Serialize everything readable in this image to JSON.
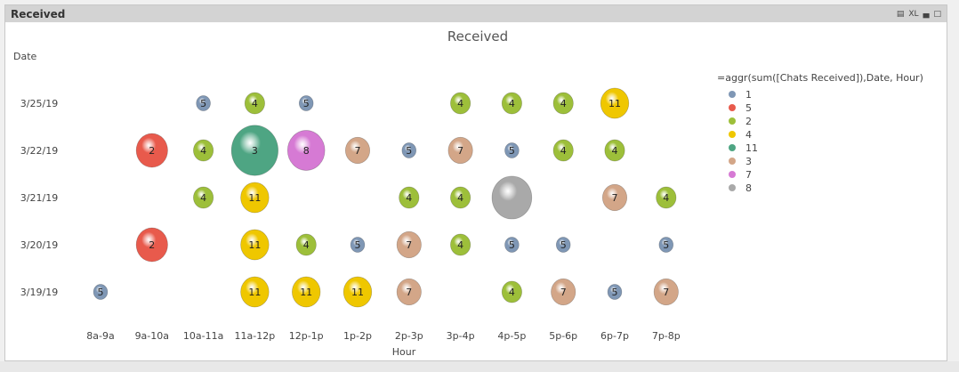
{
  "window": {
    "title": "Received",
    "icons": [
      "print-icon",
      "excel-icon",
      "minimize-icon",
      "maximize-icon"
    ],
    "excel_label": "XL"
  },
  "chart_data": {
    "type": "scatter",
    "title": "Received",
    "xlabel": "Hour",
    "ylabel": "Date",
    "x_categories": [
      "8a-9a",
      "9a-10a",
      "10a-11a",
      "11a-12p",
      "12p-1p",
      "1p-2p",
      "2p-3p",
      "3p-4p",
      "4p-5p",
      "5p-6p",
      "6p-7p",
      "7p-8p"
    ],
    "y_categories": [
      "3/25/19",
      "3/22/19",
      "3/21/19",
      "3/20/19",
      "3/19/19"
    ],
    "legend": {
      "title": "=aggr(sum([Chats Received]),Date, Hour)",
      "placement": "right",
      "entries": [
        {
          "label": "1",
          "color": "#7f97b5"
        },
        {
          "label": "5",
          "color": "#e85a4c"
        },
        {
          "label": "2",
          "color": "#9dbf3a"
        },
        {
          "label": "4",
          "color": "#efc700"
        },
        {
          "label": "11",
          "color": "#4ea583"
        },
        {
          "label": "3",
          "color": "#d3a688"
        },
        {
          "label": "7",
          "color": "#d67ad4"
        },
        {
          "label": "8",
          "color": "#a9a9a9"
        }
      ]
    },
    "points": [
      {
        "date": "3/25/19",
        "hour": "10a-11a",
        "value": 1,
        "label": "5"
      },
      {
        "date": "3/25/19",
        "hour": "11a-12p",
        "value": 2,
        "label": "4"
      },
      {
        "date": "3/25/19",
        "hour": "12p-1p",
        "value": 1,
        "label": "5"
      },
      {
        "date": "3/25/19",
        "hour": "3p-4p",
        "value": 2,
        "label": "4"
      },
      {
        "date": "3/25/19",
        "hour": "4p-5p",
        "value": 2,
        "label": "4"
      },
      {
        "date": "3/25/19",
        "hour": "5p-6p",
        "value": 2,
        "label": "4"
      },
      {
        "date": "3/25/19",
        "hour": "6p-7p",
        "value": 4,
        "label": "11"
      },
      {
        "date": "3/22/19",
        "hour": "9a-10a",
        "value": 5,
        "label": "2"
      },
      {
        "date": "3/22/19",
        "hour": "10a-11a",
        "value": 2,
        "label": "4"
      },
      {
        "date": "3/22/19",
        "hour": "11a-12p",
        "value": 11,
        "label": "3"
      },
      {
        "date": "3/22/19",
        "hour": "12p-1p",
        "value": 7,
        "label": "8"
      },
      {
        "date": "3/22/19",
        "hour": "1p-2p",
        "value": 3,
        "label": "7"
      },
      {
        "date": "3/22/19",
        "hour": "2p-3p",
        "value": 1,
        "label": "5"
      },
      {
        "date": "3/22/19",
        "hour": "3p-4p",
        "value": 3,
        "label": "7"
      },
      {
        "date": "3/22/19",
        "hour": "4p-5p",
        "value": 1,
        "label": "5"
      },
      {
        "date": "3/22/19",
        "hour": "5p-6p",
        "value": 2,
        "label": "4"
      },
      {
        "date": "3/22/19",
        "hour": "6p-7p",
        "value": 2,
        "label": "4"
      },
      {
        "date": "3/21/19",
        "hour": "10a-11a",
        "value": 2,
        "label": "4"
      },
      {
        "date": "3/21/19",
        "hour": "11a-12p",
        "value": 4,
        "label": "11"
      },
      {
        "date": "3/21/19",
        "hour": "2p-3p",
        "value": 2,
        "label": "4"
      },
      {
        "date": "3/21/19",
        "hour": "3p-4p",
        "value": 2,
        "label": "4"
      },
      {
        "date": "3/21/19",
        "hour": "4p-5p",
        "value": 8,
        "label": ""
      },
      {
        "date": "3/21/19",
        "hour": "6p-7p",
        "value": 3,
        "label": "7"
      },
      {
        "date": "3/21/19",
        "hour": "7p-8p",
        "value": 2,
        "label": "4"
      },
      {
        "date": "3/20/19",
        "hour": "9a-10a",
        "value": 5,
        "label": "2"
      },
      {
        "date": "3/20/19",
        "hour": "11a-12p",
        "value": 4,
        "label": "11"
      },
      {
        "date": "3/20/19",
        "hour": "12p-1p",
        "value": 2,
        "label": "4"
      },
      {
        "date": "3/20/19",
        "hour": "1p-2p",
        "value": 1,
        "label": "5"
      },
      {
        "date": "3/20/19",
        "hour": "2p-3p",
        "value": 3,
        "label": "7"
      },
      {
        "date": "3/20/19",
        "hour": "3p-4p",
        "value": 2,
        "label": "4"
      },
      {
        "date": "3/20/19",
        "hour": "4p-5p",
        "value": 1,
        "label": "5"
      },
      {
        "date": "3/20/19",
        "hour": "5p-6p",
        "value": 1,
        "label": "5"
      },
      {
        "date": "3/20/19",
        "hour": "7p-8p",
        "value": 1,
        "label": "5"
      },
      {
        "date": "3/19/19",
        "hour": "8a-9a",
        "value": 1,
        "label": "5"
      },
      {
        "date": "3/19/19",
        "hour": "11a-12p",
        "value": 4,
        "label": "11"
      },
      {
        "date": "3/19/19",
        "hour": "12p-1p",
        "value": 4,
        "label": "11"
      },
      {
        "date": "3/19/19",
        "hour": "1p-2p",
        "value": 4,
        "label": "11"
      },
      {
        "date": "3/19/19",
        "hour": "2p-3p",
        "value": 3,
        "label": "7"
      },
      {
        "date": "3/19/19",
        "hour": "4p-5p",
        "value": 2,
        "label": "4"
      },
      {
        "date": "3/19/19",
        "hour": "5p-6p",
        "value": 3,
        "label": "7"
      },
      {
        "date": "3/19/19",
        "hour": "6p-7p",
        "value": 1,
        "label": "5"
      },
      {
        "date": "3/19/19",
        "hour": "7p-8p",
        "value": 3,
        "label": "7"
      }
    ]
  }
}
